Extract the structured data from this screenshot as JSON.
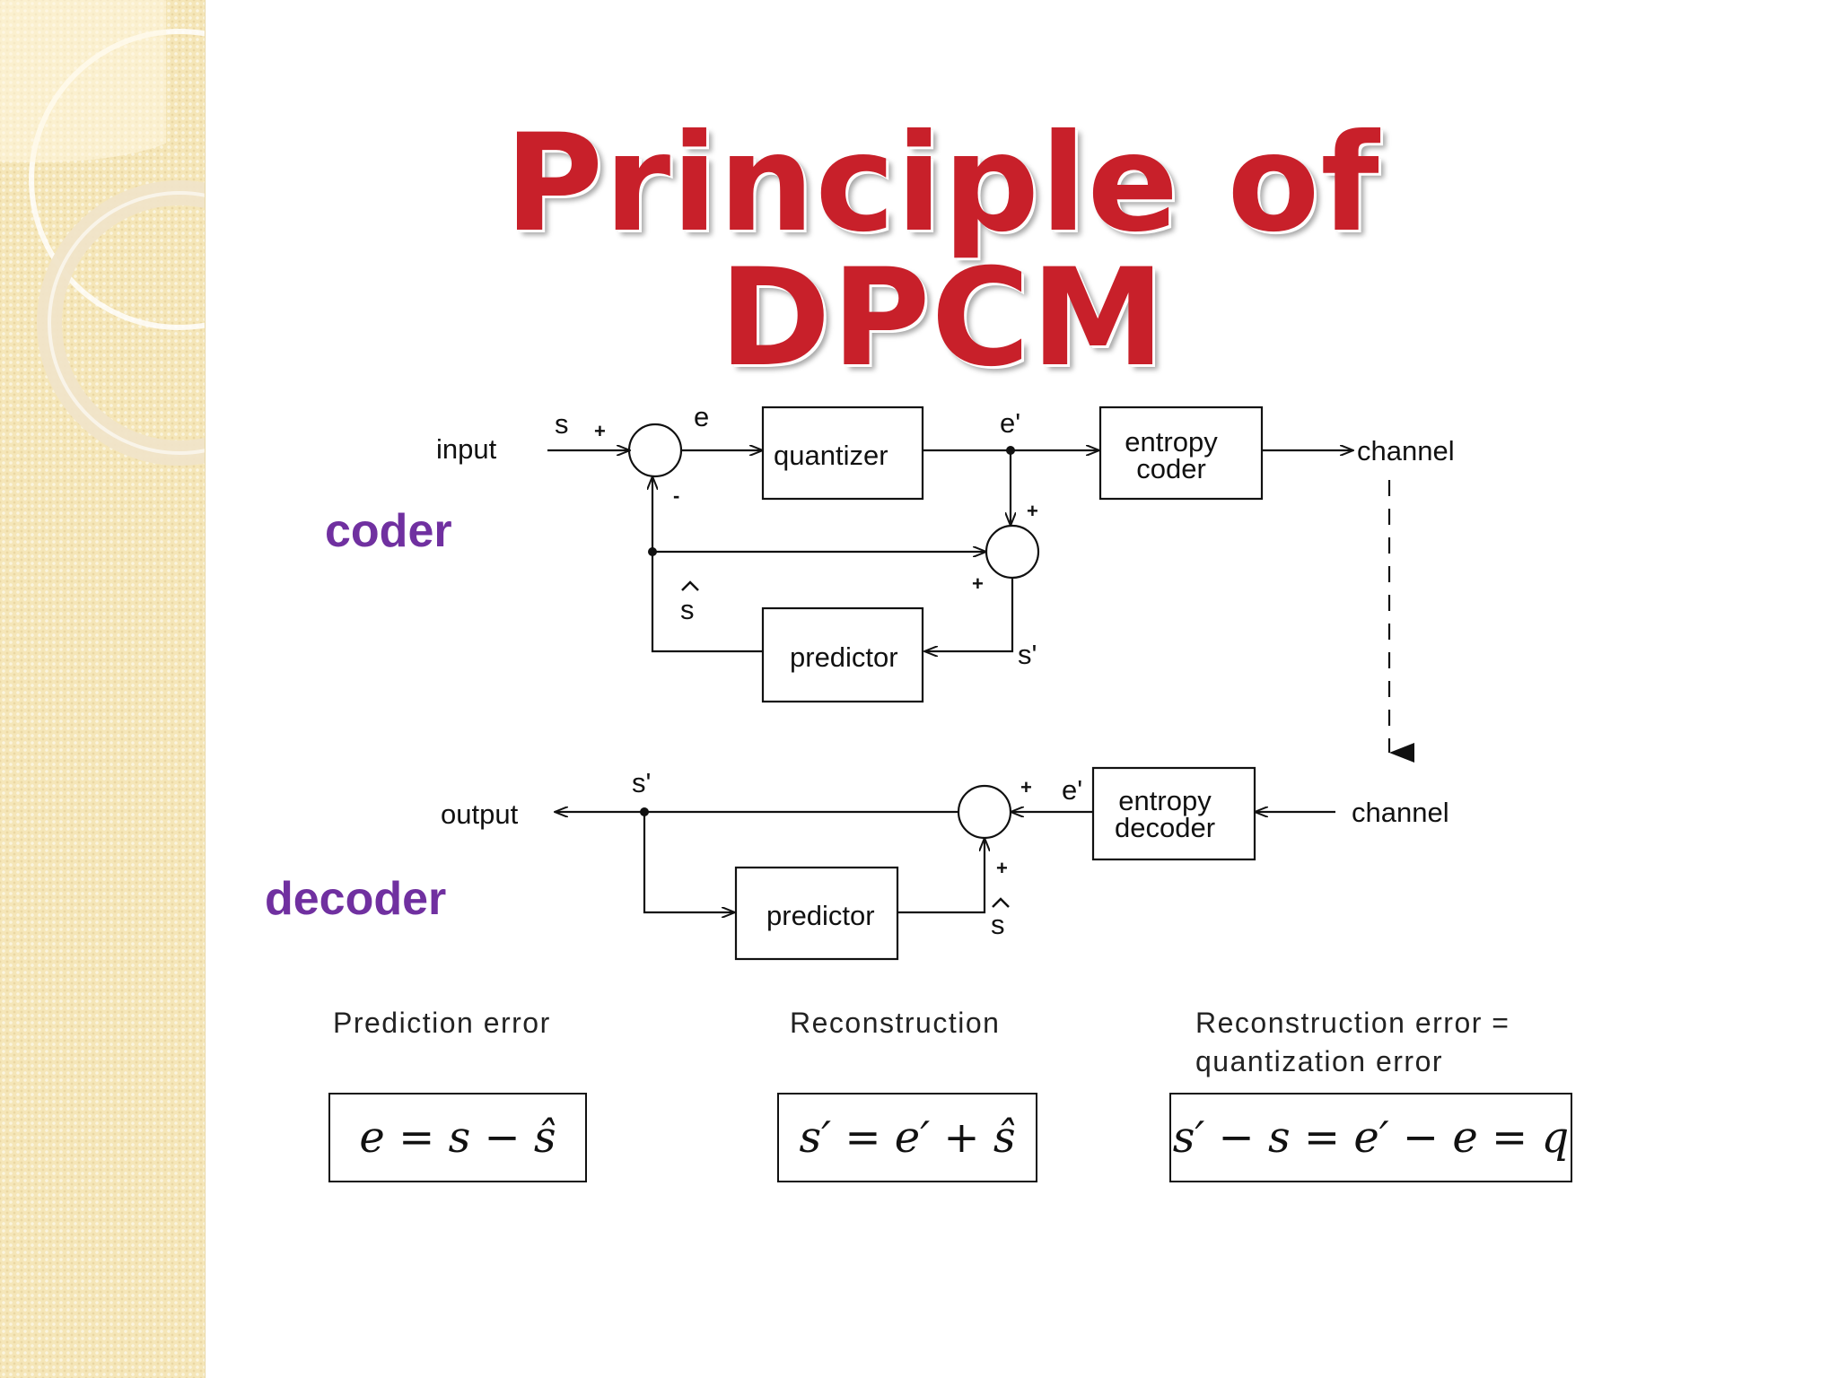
{
  "title": "Principle of DPCM",
  "labels": {
    "coder": "coder",
    "decoder": "decoder"
  },
  "diagram": {
    "coder": {
      "input": "input",
      "s": "s",
      "plus_in": "+",
      "minus_in": "-",
      "e": "e",
      "quantizer": "quantizer",
      "e_prime": "e'",
      "entropy_coder_1": "entropy",
      "entropy_coder_2": "coder",
      "channel": "channel",
      "plus_top": "+",
      "plus_left": "+",
      "s_hat": "s",
      "predictor": "predictor",
      "s_prime": "s'"
    },
    "decoder": {
      "output": "output",
      "s_prime": "s'",
      "plus_right": "+",
      "e_prime": "e'",
      "entropy_decoder_1": "entropy",
      "entropy_decoder_2": "decoder",
      "channel": "channel",
      "plus_bottom": "+",
      "s_hat": "s",
      "predictor": "predictor"
    }
  },
  "equations": [
    {
      "caption": "Prediction error",
      "formula": "e = s − ŝ"
    },
    {
      "caption": "Reconstruction",
      "formula": "s′ = e′ + ŝ"
    },
    {
      "caption": "Reconstruction error =",
      "caption2": "quantization error",
      "formula": "s′ − s = e′ − e = q"
    }
  ]
}
